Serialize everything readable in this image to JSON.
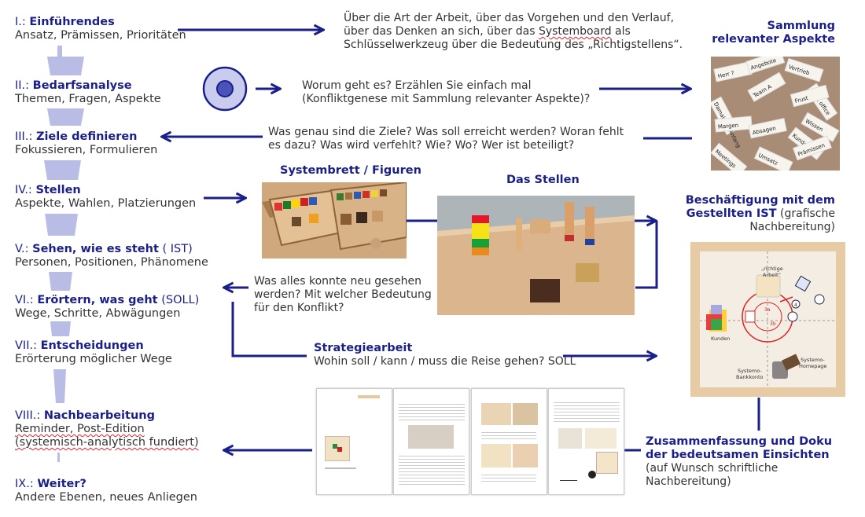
{
  "phases": [
    {
      "num": "I.:",
      "title": "Einführendes",
      "extra": "",
      "sub": "Ansatz, Prämissen, Prioritäten"
    },
    {
      "num": "II.:",
      "title": "Bedarfsanalyse",
      "extra": "",
      "sub": "Themen, Fragen, Aspekte"
    },
    {
      "num": "III.:",
      "title": "Ziele definieren",
      "extra": "",
      "sub": "Fokussieren, Formulieren"
    },
    {
      "num": "IV.:",
      "title": "Stellen",
      "extra": "",
      "sub": "Aspekte, Wahlen, Platzierungen"
    },
    {
      "num": "V.:",
      "title": "Sehen, wie es steht",
      "extra": " ( IST)",
      "sub": "Personen, Positionen, Phänomene"
    },
    {
      "num": "VI.:",
      "title": "Erörtern, was geht",
      "extra": " (SOLL)",
      "sub": "Wege, Schritte, Abwägungen"
    },
    {
      "num": "VII.:",
      "title": "Entscheidungen",
      "extra": "",
      "sub": "Erörterung möglicher Wege"
    },
    {
      "num": "VIII.:",
      "title": "Nachbearbeitung",
      "extra": "",
      "sub": "Reminder, Post-Edition",
      "sub2": "(systemisch-analytisch fundiert)"
    },
    {
      "num": "IX.:",
      "title": "Weiter?",
      "extra": "",
      "sub": "Andere Ebenen, neues Anliegen"
    }
  ],
  "texts": {
    "intro1": "Über die Art der Arbeit, über das Vorgehen und den Verlauf,",
    "intro2": "über das Denken an sich, über das Systemboard als",
    "intro3": "Schlüsselwerkzeug über die Bedeutung des „Richtigstellens“.",
    "q1a": "Worum geht es? Erzählen Sie einfach mal",
    "q1b": "(Konfliktgenese mit Sammlung relevanter Aspekte)?",
    "q2a": "Was genau sind die Ziele? Was soll erreicht werden? Woran fehlt",
    "q2b": "es dazu? Was wird verfehlt? Wie? Wo? Wer ist beteiligt?",
    "q3a": "Was alles konnte neu gesehen",
    "q3b": "werden? Mit welcher Bedeutung",
    "q3c": "für den Konflikt?",
    "strat_title": "Strategiearbeit",
    "strat_sub": "Wohin soll / kann / muss die Reise gehen? SOLL"
  },
  "headings": {
    "sammlung1": "Sammlung",
    "sammlung2": "relevanter Aspekte",
    "systembrett": "Systembrett / Figuren",
    "stellen": "Das Stellen",
    "besch1": "Beschäftigung mit dem",
    "besch2a": "Gestellten IST",
    "besch2b": " (grafische",
    "besch3": "Nachbereitung)",
    "zus1": "Zusammenfassung und Doku",
    "zus2": "der bedeutsamen Einsichten",
    "zus3": "(auf Wunsch schriftliche",
    "zus4": "Nachbereitung)"
  },
  "cards": [
    "Herr ?",
    "Angebote",
    "Vertrieb",
    "Back office",
    "Damals im Anfang",
    "Team A",
    "Frust",
    "Wissen",
    "Margen",
    "Absagen",
    "Kunden",
    "Meetings",
    "Umsatz",
    "Prämissen"
  ],
  "board_labels": {
    "arbeit1": "„richtige",
    "arbeit2": "Arbeit“",
    "kunden": "Kunden",
    "systemo1": "Systemo-",
    "systemo2": "Homepage",
    "bank1": "Systemo-",
    "bank2": "Bankkonto",
    "c3a": "3a",
    "c3b": "3b",
    "c4": "4"
  },
  "colors": {
    "navy": "#1b1f8a",
    "funnel": "#b9bde6",
    "wood": "#e7cba4"
  }
}
